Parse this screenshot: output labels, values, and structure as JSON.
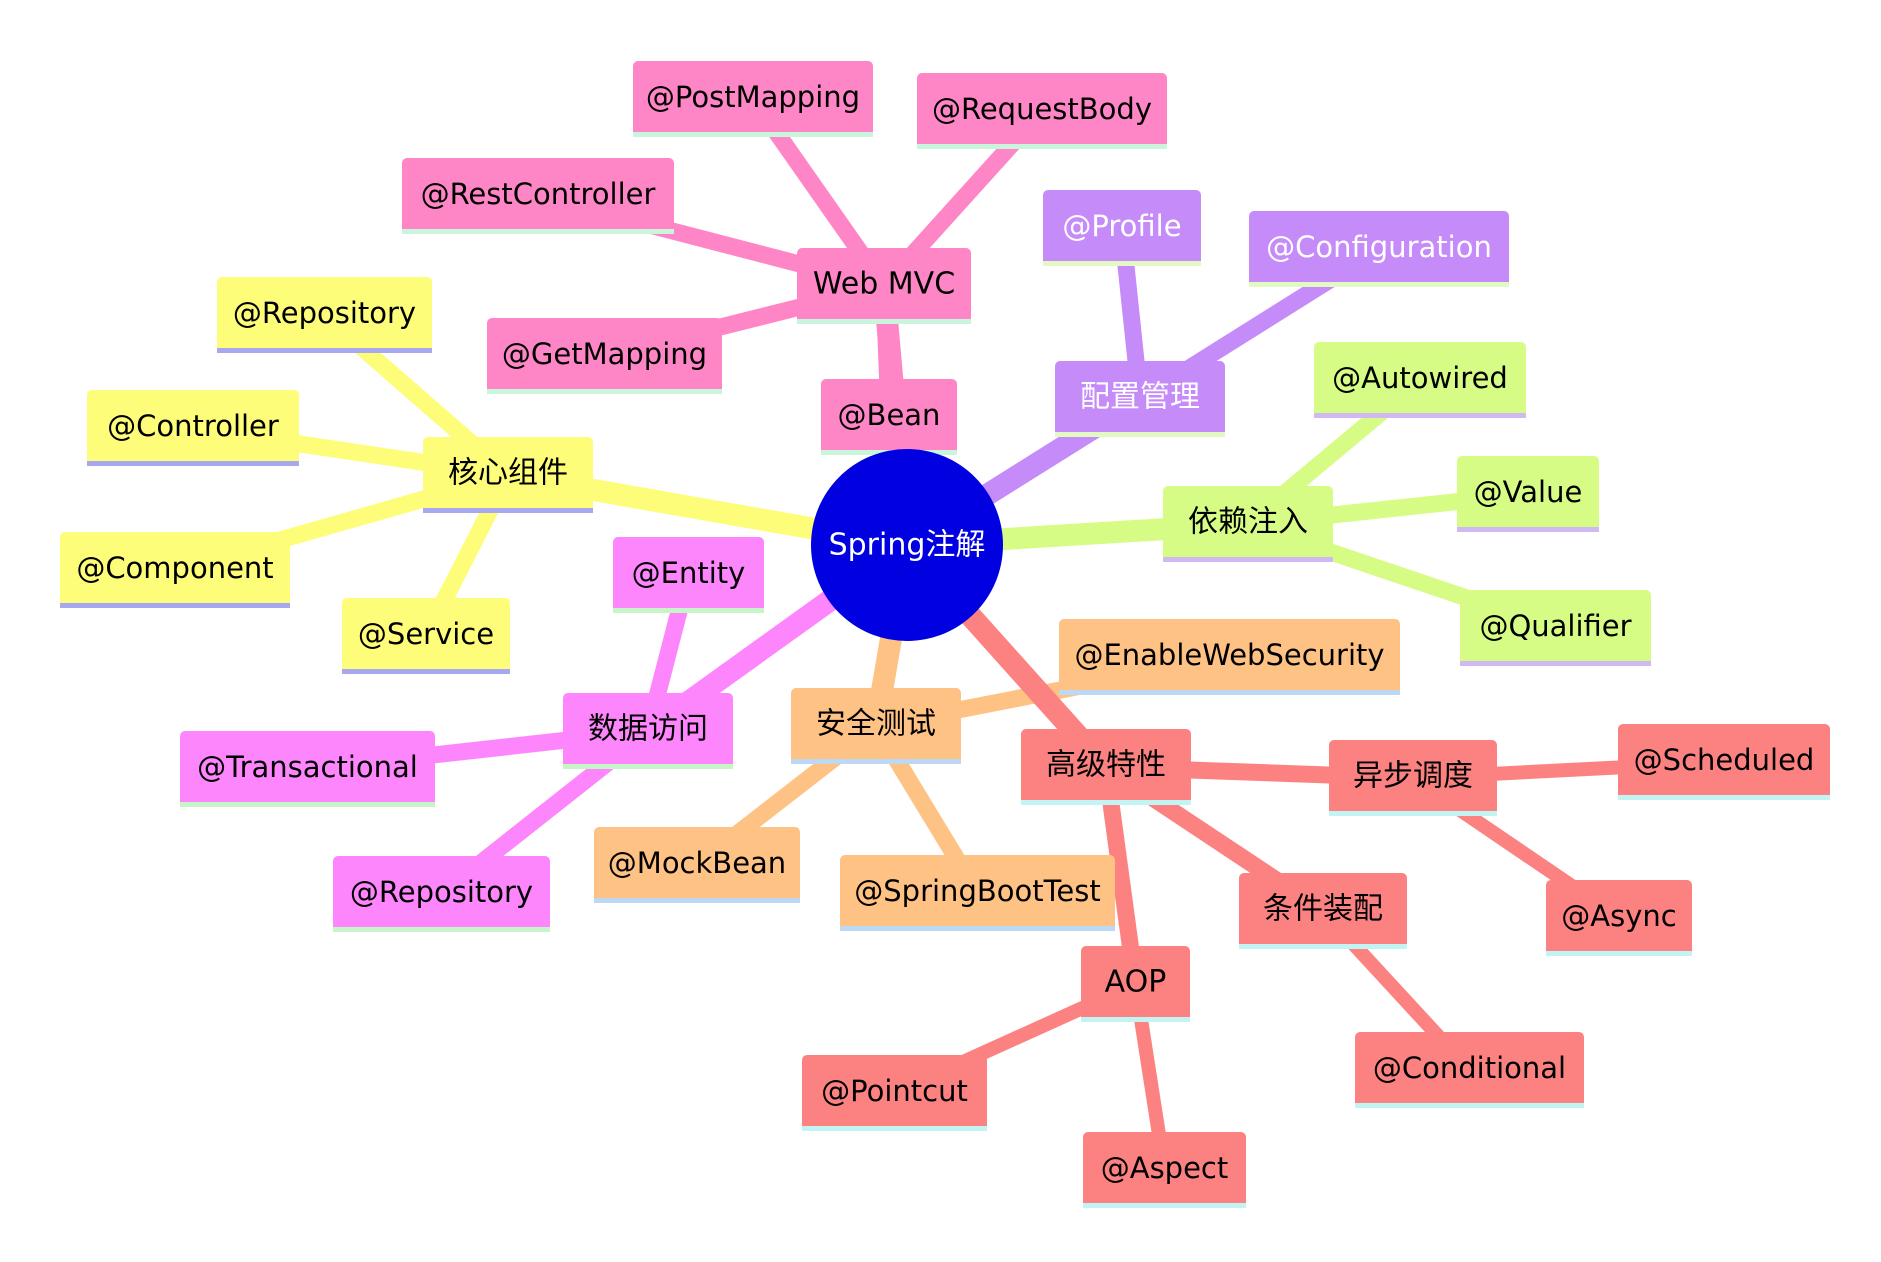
{
  "root": {
    "label": "Spring注解",
    "color": "#0000e0",
    "text_color": "#ffffff"
  },
  "branches": [
    {
      "id": "web-mvc",
      "label": "Web MVC",
      "color": "#ff86c6",
      "underline": "#c8f5dc",
      "text_color": "#000000",
      "children": [
        "@PostMapping",
        "@RequestBody",
        "@RestController",
        "@GetMapping",
        "@Bean"
      ]
    },
    {
      "id": "config",
      "label": "配置管理",
      "color": "#c58bf8",
      "underline": "#e2f9c3",
      "text_color": "#ffffff",
      "children": [
        "@Profile",
        "@Configuration"
      ]
    },
    {
      "id": "core",
      "label": "核心组件",
      "color": "#fdfd7a",
      "underline": "#a7a8f0",
      "text_color": "#000000",
      "children": [
        "@Repository",
        "@Controller",
        "@Component",
        "@Service"
      ]
    },
    {
      "id": "di",
      "label": "依赖注入",
      "color": "#d7fc86",
      "underline": "#d0b8f4",
      "text_color": "#000000",
      "children": [
        "@Autowired",
        "@Value",
        "@Qualifier"
      ]
    },
    {
      "id": "data",
      "label": "数据访问",
      "color": "#fd86fd",
      "underline": "#c8f5c8",
      "text_color": "#000000",
      "children": [
        "@Entity",
        "@Transactional",
        "@Repository"
      ]
    },
    {
      "id": "security",
      "label": "安全测试",
      "color": "#ffc285",
      "underline": "#bcd8f4",
      "text_color": "#000000",
      "children": [
        "@EnableWebSecurity",
        "@MockBean",
        "@SpringBootTest"
      ]
    },
    {
      "id": "advanced",
      "label": "高级特性",
      "color": "#fc8282",
      "underline": "#c2f4f4",
      "text_color": "#000000",
      "children": [
        {
          "label": "异步调度",
          "children": [
            "@Scheduled",
            "@Async"
          ]
        },
        {
          "label": "条件装配",
          "children": [
            "@Conditional"
          ]
        },
        {
          "label": "AOP",
          "children": [
            "@Pointcut",
            "@Aspect"
          ]
        }
      ]
    }
  ]
}
